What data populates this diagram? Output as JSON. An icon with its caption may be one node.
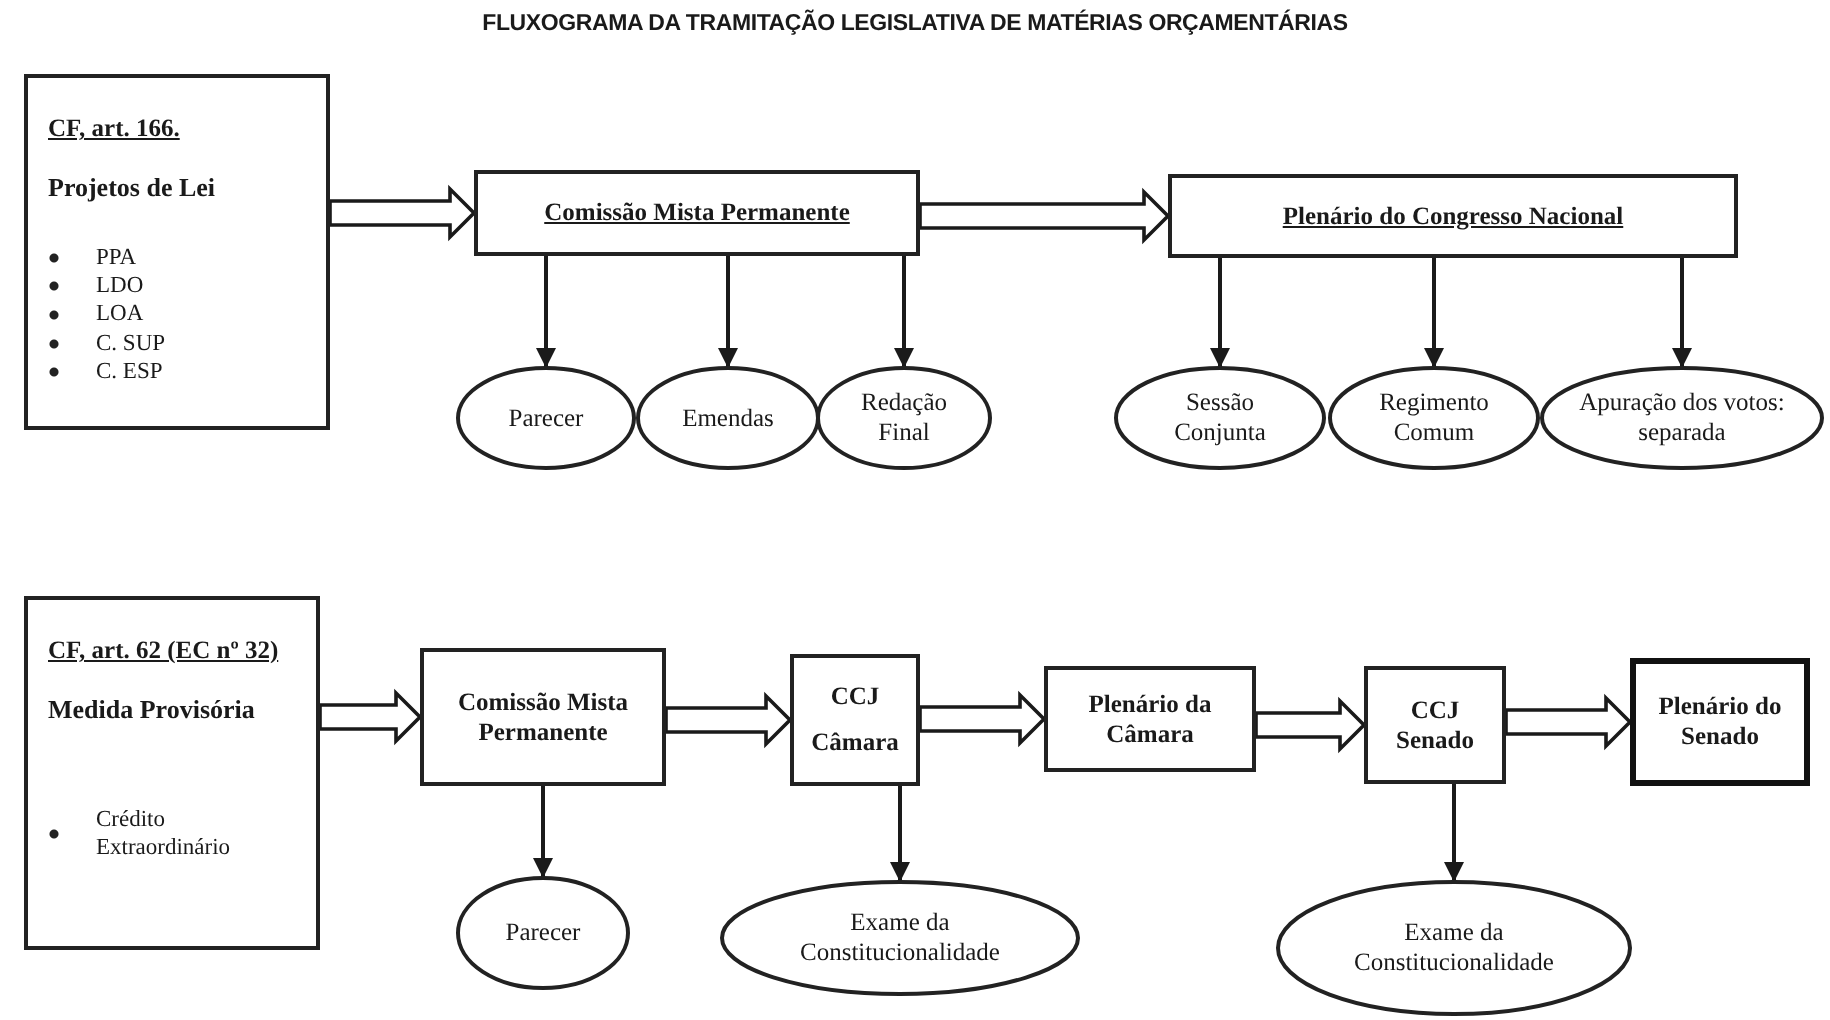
{
  "diagram": {
    "title": "FLUXOGRAMA DA TRAMITAÇÃO LEGISLATIVA DE MATÉRIAS ORÇAMENTÁRIAS",
    "nodes": [
      {
        "text": [
          "CF, art. 166.",
          "Projetos de Lei",
          "PPA",
          "LDO",
          "LOA",
          "C. SUP",
          "C. ESP"
        ]
      },
      {
        "text": [
          "Comissão Mista Permanente"
        ]
      },
      {
        "text": [
          "Plenário do Congresso Nacional"
        ]
      },
      {
        "text": [
          "Parecer"
        ]
      },
      {
        "text": [
          "Emendas"
        ]
      },
      {
        "text": [
          "Redação Final"
        ]
      },
      {
        "text": [
          "Sessão Conjunta"
        ]
      },
      {
        "text": [
          "Regimento Comum"
        ]
      },
      {
        "text": [
          "Apuração dos votos: separada"
        ]
      },
      {
        "text": [
          "CF, art. 62 (EC nº 32)",
          "Medida Provisória",
          "Crédito Extraordinário"
        ]
      },
      {
        "text": [
          "Comissão Mista Permanente"
        ]
      },
      {
        "text": [
          "CCJ",
          "Câmara"
        ]
      },
      {
        "text": [
          "Plenário da Câmara"
        ]
      },
      {
        "text": [
          "CCJ",
          "Senado"
        ]
      },
      {
        "text": [
          "Plenário do Senado"
        ]
      },
      {
        "text": [
          "Parecer"
        ]
      },
      {
        "text": [
          "Exame da Constitucionalidade"
        ]
      },
      {
        "text": [
          "Exame da Constitucionalidade"
        ]
      }
    ],
    "edges": [
      {
        "from": 0,
        "to": 1,
        "arrow": "to",
        "style": "thick"
      },
      {
        "from": 1,
        "to": 2,
        "arrow": "to",
        "style": "thick"
      },
      {
        "from": 1,
        "to": 3,
        "arrow": "to"
      },
      {
        "from": 1,
        "to": 4,
        "arrow": "to"
      },
      {
        "from": 1,
        "to": 5,
        "arrow": "to"
      },
      {
        "from": 2,
        "to": 6,
        "arrow": "to"
      },
      {
        "from": 2,
        "to": 7,
        "arrow": "to"
      },
      {
        "from": 2,
        "to": 8,
        "arrow": "to"
      },
      {
        "from": 9,
        "to": 10,
        "arrow": "to",
        "style": "thick"
      },
      {
        "from": 10,
        "to": 11,
        "arrow": "to",
        "style": "thick"
      },
      {
        "from": 11,
        "to": 12,
        "arrow": "to",
        "style": "thick"
      },
      {
        "from": 12,
        "to": 13,
        "arrow": "to",
        "style": "thick"
      },
      {
        "from": 13,
        "to": 14,
        "arrow": "to",
        "style": "thick"
      },
      {
        "from": 10,
        "to": 15,
        "arrow": "to"
      },
      {
        "from": 11,
        "to": 16,
        "arrow": "to"
      },
      {
        "from": 13,
        "to": 17,
        "arrow": "to"
      }
    ]
  }
}
